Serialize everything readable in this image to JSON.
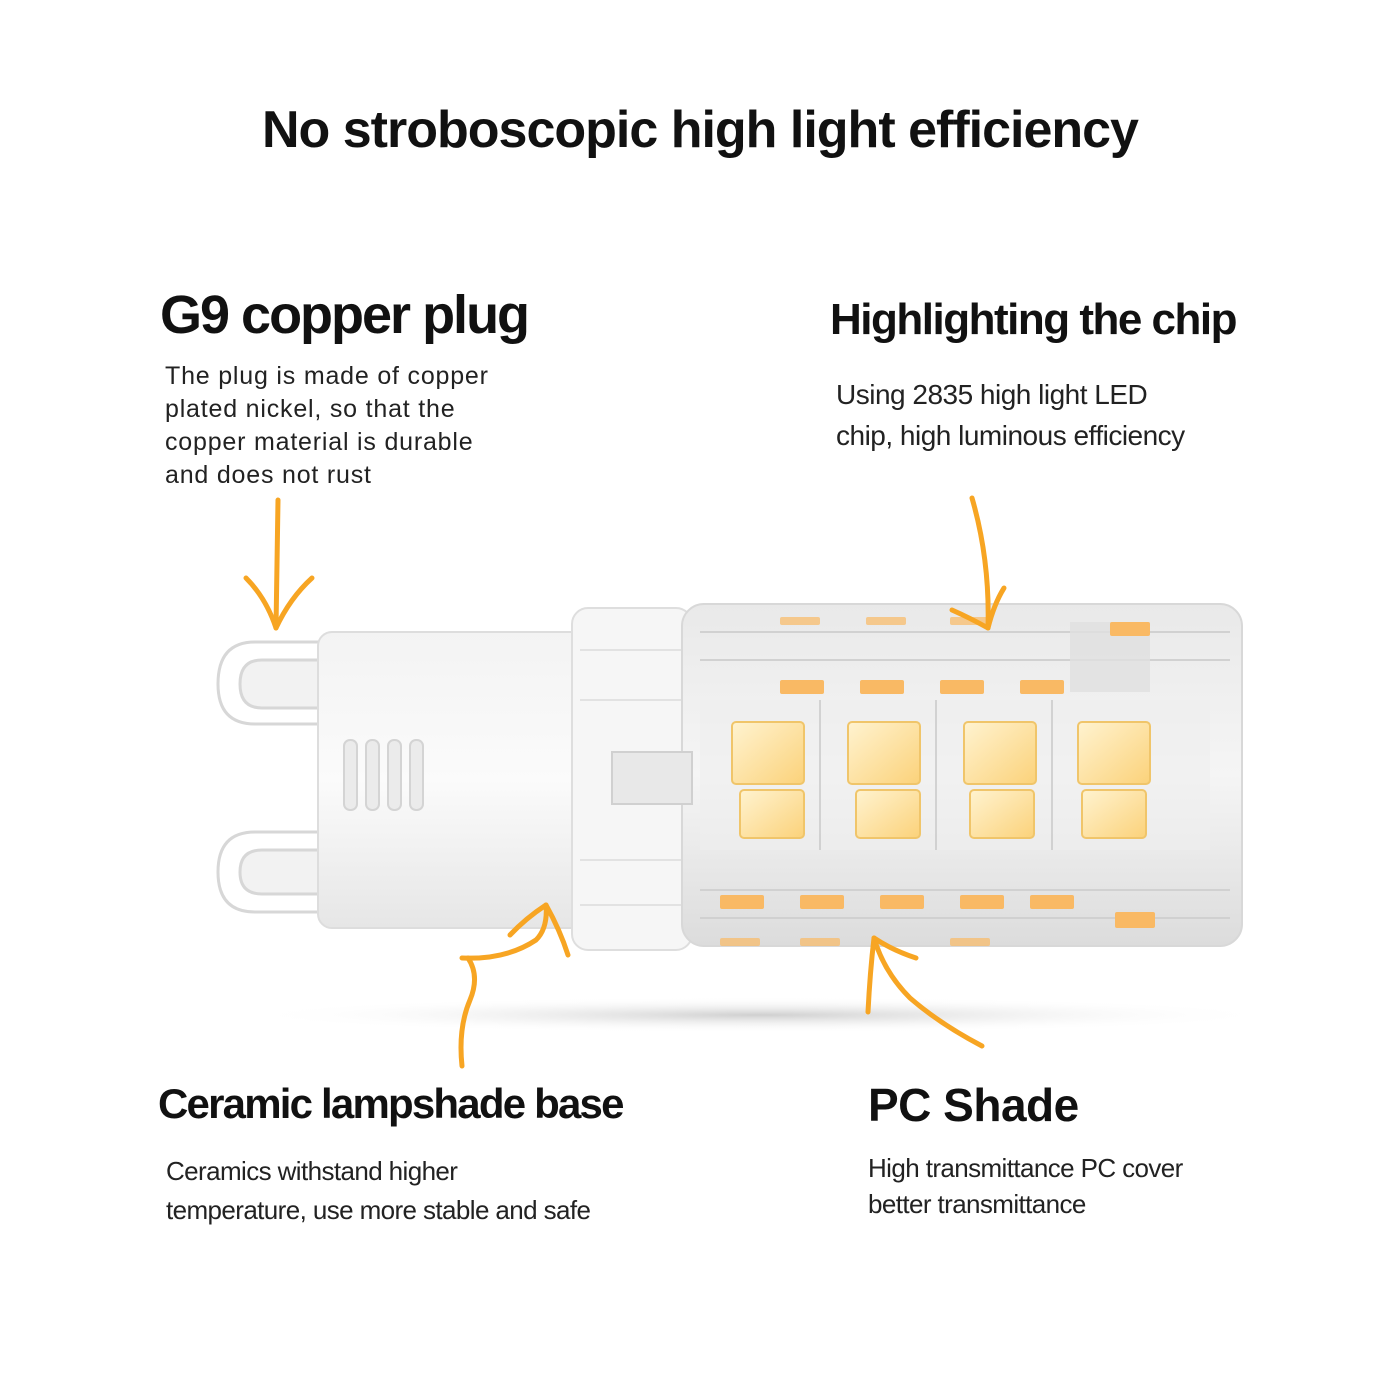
{
  "title": "No stroboscopic high light efficiency",
  "callouts": {
    "plug": {
      "heading": "G9 copper plug",
      "lines": [
        "The plug is made of copper",
        "plated nickel, so that the",
        "copper material is durable",
        "and does not rust"
      ]
    },
    "chip": {
      "heading": "Highlighting the chip",
      "lines": [
        "Using 2835 high light LED",
        "chip, high luminous efficiency"
      ]
    },
    "ceramic": {
      "heading": "Ceramic lampshade base",
      "lines": [
        "Ceramics withstand higher",
        "temperature, use more stable and safe"
      ]
    },
    "pc": {
      "heading": "PC Shade",
      "lines": [
        "High transmittance PC cover",
        "better transmittance"
      ]
    }
  },
  "colors": {
    "arrow": "#f7a523",
    "led_light": "#fde3a8",
    "led_warm": "#f9b964",
    "text": "#111111"
  },
  "icons": [
    "arrow-to-plug-icon",
    "arrow-to-chip-icon",
    "arrow-to-ceramic-icon",
    "arrow-to-shade-icon",
    "g9-led-bulb-icon"
  ]
}
